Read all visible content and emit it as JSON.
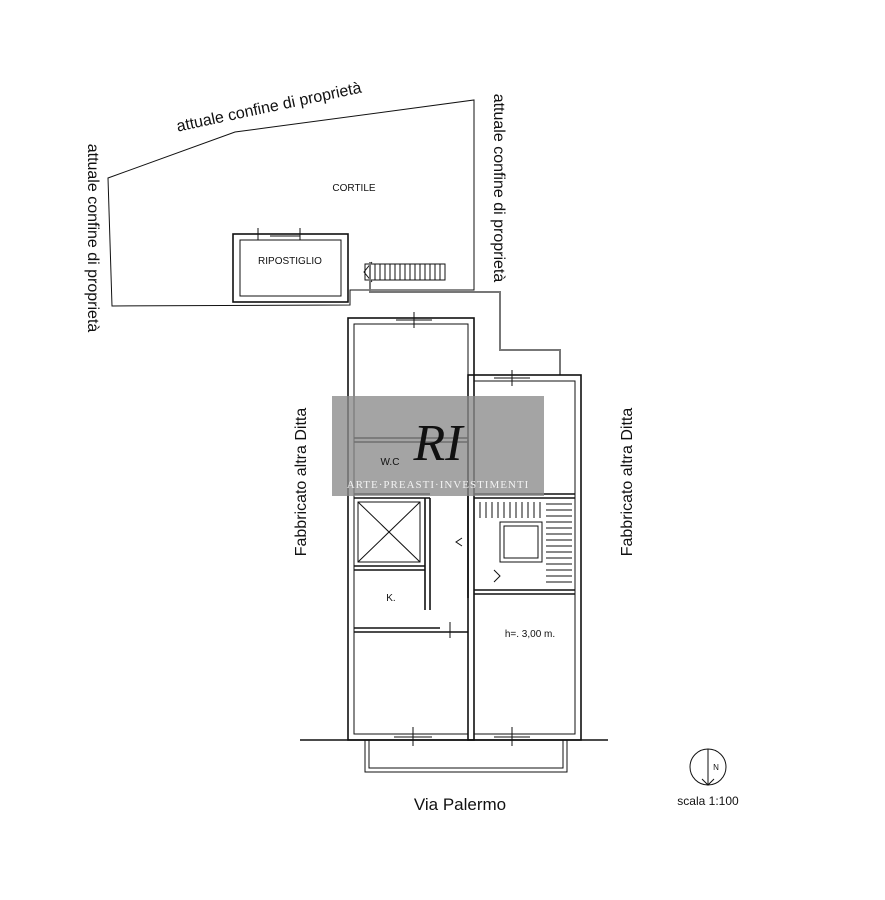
{
  "labels": {
    "boundary_top": "attuale confine di proprietà",
    "boundary_left": "attuale confine di proprietà",
    "boundary_right": "attuale confine di proprietà",
    "courtyard": "CORTILE",
    "storage": "RIPOSTIGLIO",
    "building_left": "Fabbricato altra Ditta",
    "building_right": "Fabbricato altra Ditta",
    "wc": "W.C",
    "kitchen": "K.",
    "height": "h=. 3,00 m.",
    "street": "Via Palermo",
    "north": "N",
    "scale": "scala 1:100"
  },
  "watermark": {
    "brand": "ARTE·PREASTI·INVESTIMENTI",
    "logo_letters": "RI",
    "logo_color": "#e8c27a"
  },
  "colors": {
    "wall": "#111111",
    "watermark_bg": "#8a8a8a",
    "stair_path": "#777777"
  }
}
